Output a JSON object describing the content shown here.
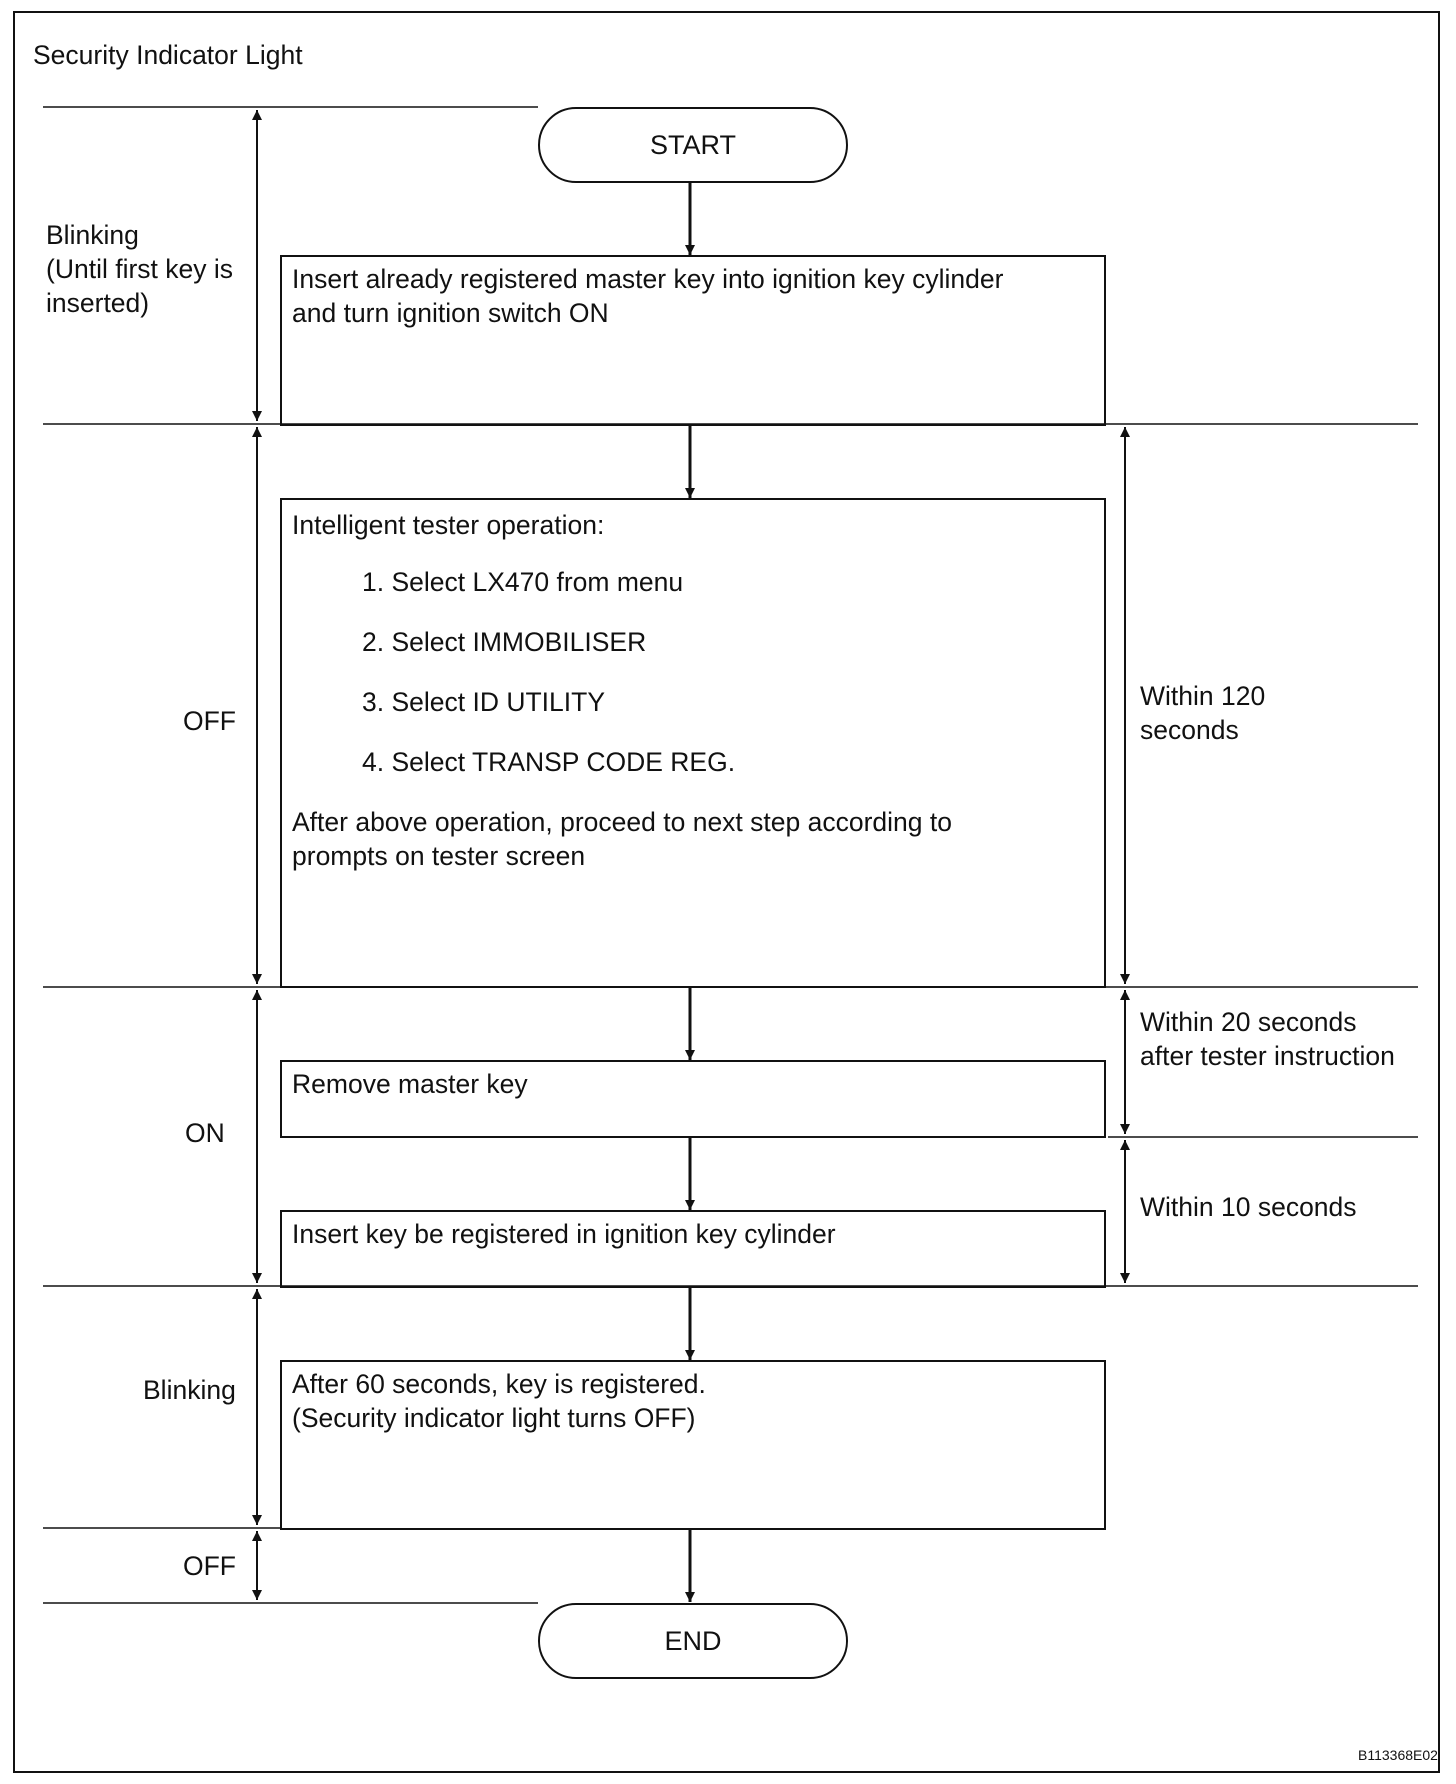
{
  "title": "Security Indicator Light",
  "flow": {
    "start": "START",
    "end": "END",
    "steps": [
      {
        "lines": [
          "Insert already registered master key into ignition key cylinder",
          "and turn ignition switch ON"
        ]
      },
      {
        "header": "Intelligent tester operation:",
        "items": [
          "1. Select LX470 from menu",
          "2. Select IMMOBILISER",
          "3. Select ID UTILITY",
          "4. Select TRANSP CODE REG."
        ],
        "footer": [
          "After above operation, proceed to next step according to",
          "prompts on tester screen"
        ]
      },
      {
        "lines": [
          "Remove master key"
        ]
      },
      {
        "lines": [
          "Insert key be registered in ignition key cylinder"
        ]
      },
      {
        "lines": [
          "After 60 seconds, key is registered.",
          "(Security indicator light turns OFF)"
        ]
      }
    ]
  },
  "indicator_states": [
    {
      "lines": [
        "Blinking",
        "(Until first key is",
        "inserted)"
      ]
    },
    {
      "lines": [
        "OFF"
      ]
    },
    {
      "lines": [
        "ON"
      ]
    },
    {
      "lines": [
        "Blinking"
      ]
    },
    {
      "lines": [
        "OFF"
      ]
    }
  ],
  "timing": [
    {
      "lines": [
        "Within 120",
        "seconds"
      ]
    },
    {
      "lines": [
        "Within 20 seconds",
        "after tester instruction"
      ]
    },
    {
      "lines": [
        "Within 10 seconds"
      ]
    }
  ],
  "figure_code": "B113368E02"
}
